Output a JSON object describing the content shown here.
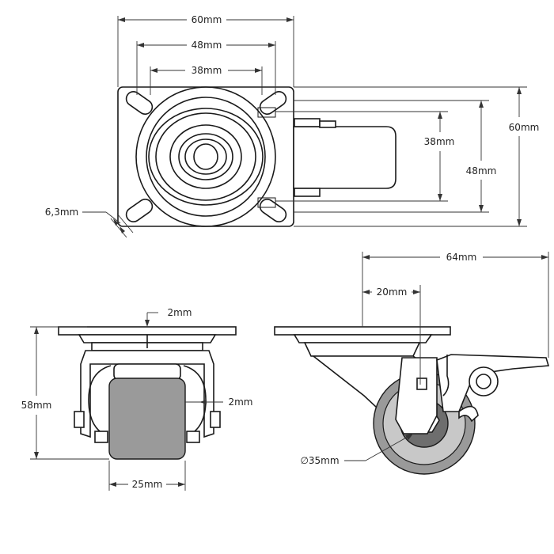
{
  "colors": {
    "line": "#1a1a1a",
    "tire": "#9a9a9a",
    "hub": "#6e6e6e",
    "background": "#ffffff"
  },
  "dimensions": {
    "top_width_outer": "60mm",
    "top_width_hole": "48mm",
    "top_width_inner": "38mm",
    "right_height_inner": "38mm",
    "right_height_hole": "48mm",
    "right_height_outer": "60mm",
    "slot_width": "6,3mm",
    "plate_thickness": "2mm",
    "total_height": "58mm",
    "side_clearance": "2mm",
    "wheel_width": "25mm",
    "total_length": "64mm",
    "offset": "20mm",
    "wheel_diameter": "∅35mm"
  }
}
